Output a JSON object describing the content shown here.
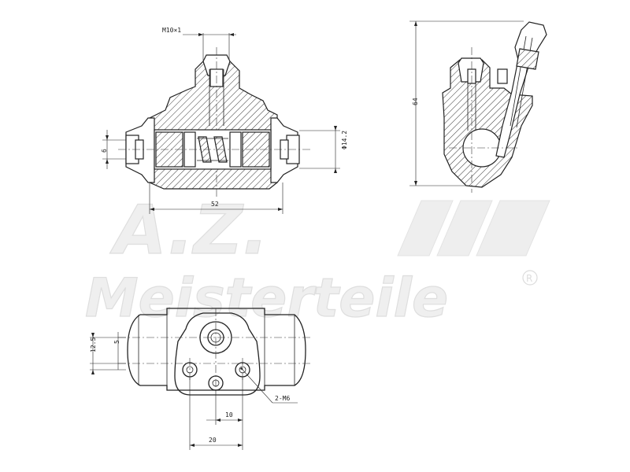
{
  "watermark": {
    "brand_script": "A.Z.",
    "brand_name": "Meisterteile",
    "registered_mark": "R"
  },
  "dimensions": {
    "thread": "M10×1",
    "bore_diameter": "Φ14.2",
    "port_height": "6",
    "body_length": "52",
    "overall_height": "64",
    "offset_small": "5",
    "offset_large": "12.5",
    "hole_spacing_small": "10",
    "hole_spacing_large": "20",
    "mount_holes": "2-M6"
  }
}
